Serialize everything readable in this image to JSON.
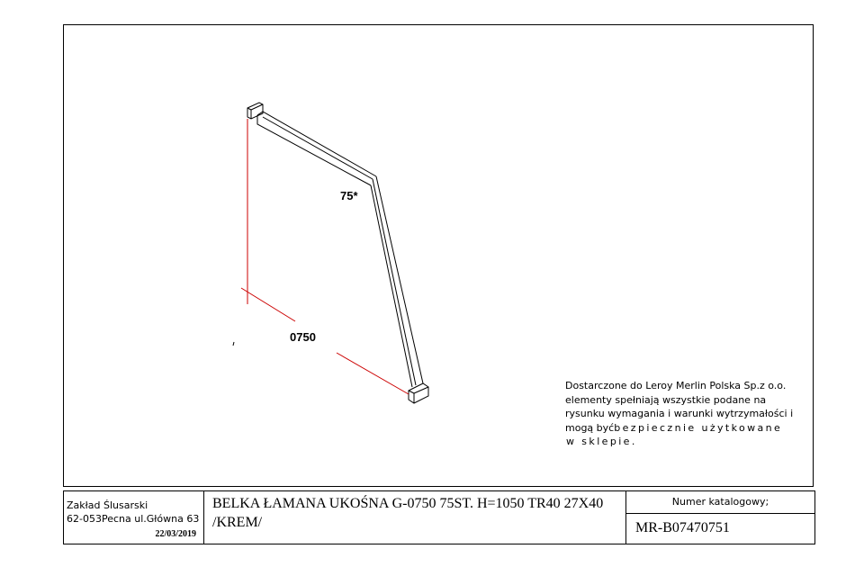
{
  "drawing": {
    "angle_label": "75*",
    "width_label": "0750"
  },
  "note": {
    "line1": "Dostarczone do Leroy Merlin Polska Sp.z o.o.",
    "line2": "elementy spełniają wszystkie podane na",
    "line3": "rysunku wymagania i warunki wytrzymałości i",
    "line4_start": "mogą być",
    "line4_spaced": "bezpiecznie użytkowane",
    "line5_spaced": "w sklepie."
  },
  "title_block": {
    "maker_name": "Zakład Ślusarski",
    "maker_address": "62-053Pecna ul.Główna 63",
    "date": "22/03/2019",
    "product_title": "BELKA ŁAMANA UKOŚNA G-0750 75ST. H=1050 TR40 27X40 /KREM/",
    "catalog_label": "Numer katalogowy;",
    "catalog_number": "MR-B07470751"
  },
  "colors": {
    "line": "#000000",
    "dimension": "#cc0000"
  }
}
